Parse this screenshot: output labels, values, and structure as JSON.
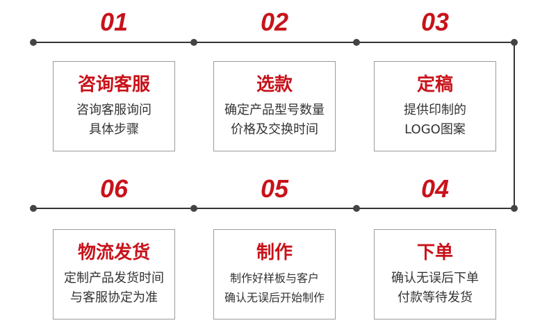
{
  "steps": [
    {
      "number": "01",
      "title": "咨询客服",
      "lines": [
        "咨询客服询问",
        "具体步骤"
      ]
    },
    {
      "number": "02",
      "title": "选款",
      "lines": [
        "确定产品型号数量",
        "价格及交换时间"
      ]
    },
    {
      "number": "03",
      "title": "定稿",
      "lines": [
        "提供印制的",
        "LOGO图案"
      ]
    },
    {
      "number": "04",
      "title": "下单",
      "lines": [
        "确认无误后下单",
        "付款等待发货"
      ]
    },
    {
      "number": "05",
      "title": "制作",
      "lines": [
        "制作好样板与客户",
        "确认无误后开始制作"
      ]
    },
    {
      "number": "06",
      "title": "物流发货",
      "lines": [
        "定制产品发货时间",
        "与客服协定为准"
      ]
    }
  ],
  "colors": {
    "accent": "#c8121a",
    "line": "#333333",
    "border": "#9a9a9a",
    "text": "#333333"
  }
}
